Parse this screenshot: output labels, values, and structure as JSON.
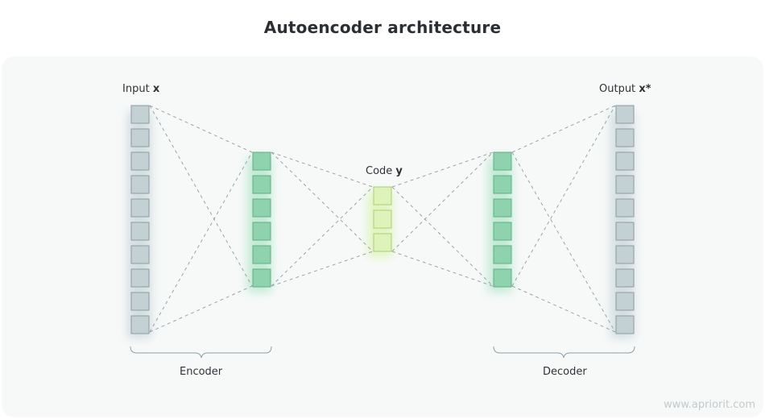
{
  "title": "Autoencoder architecture",
  "input_label": {
    "text": "Input",
    "symbol": "x"
  },
  "code_label": {
    "text": "Code",
    "symbol": "y"
  },
  "output_label": {
    "text": "Output",
    "symbol": "x*"
  },
  "encoder_label": "Encoder",
  "decoder_label": "Decoder",
  "watermark": "www.apriorit.com",
  "colors": {
    "input_output_node": "#c3d0d4",
    "hidden_node": "#8fd3ae",
    "code_node": "#def3b9",
    "connection_line": "#9aa3aa"
  },
  "layers": {
    "input_nodes": 10,
    "encoder_hidden_nodes": 6,
    "code_nodes": 3,
    "decoder_hidden_nodes": 6,
    "output_nodes": 10
  }
}
